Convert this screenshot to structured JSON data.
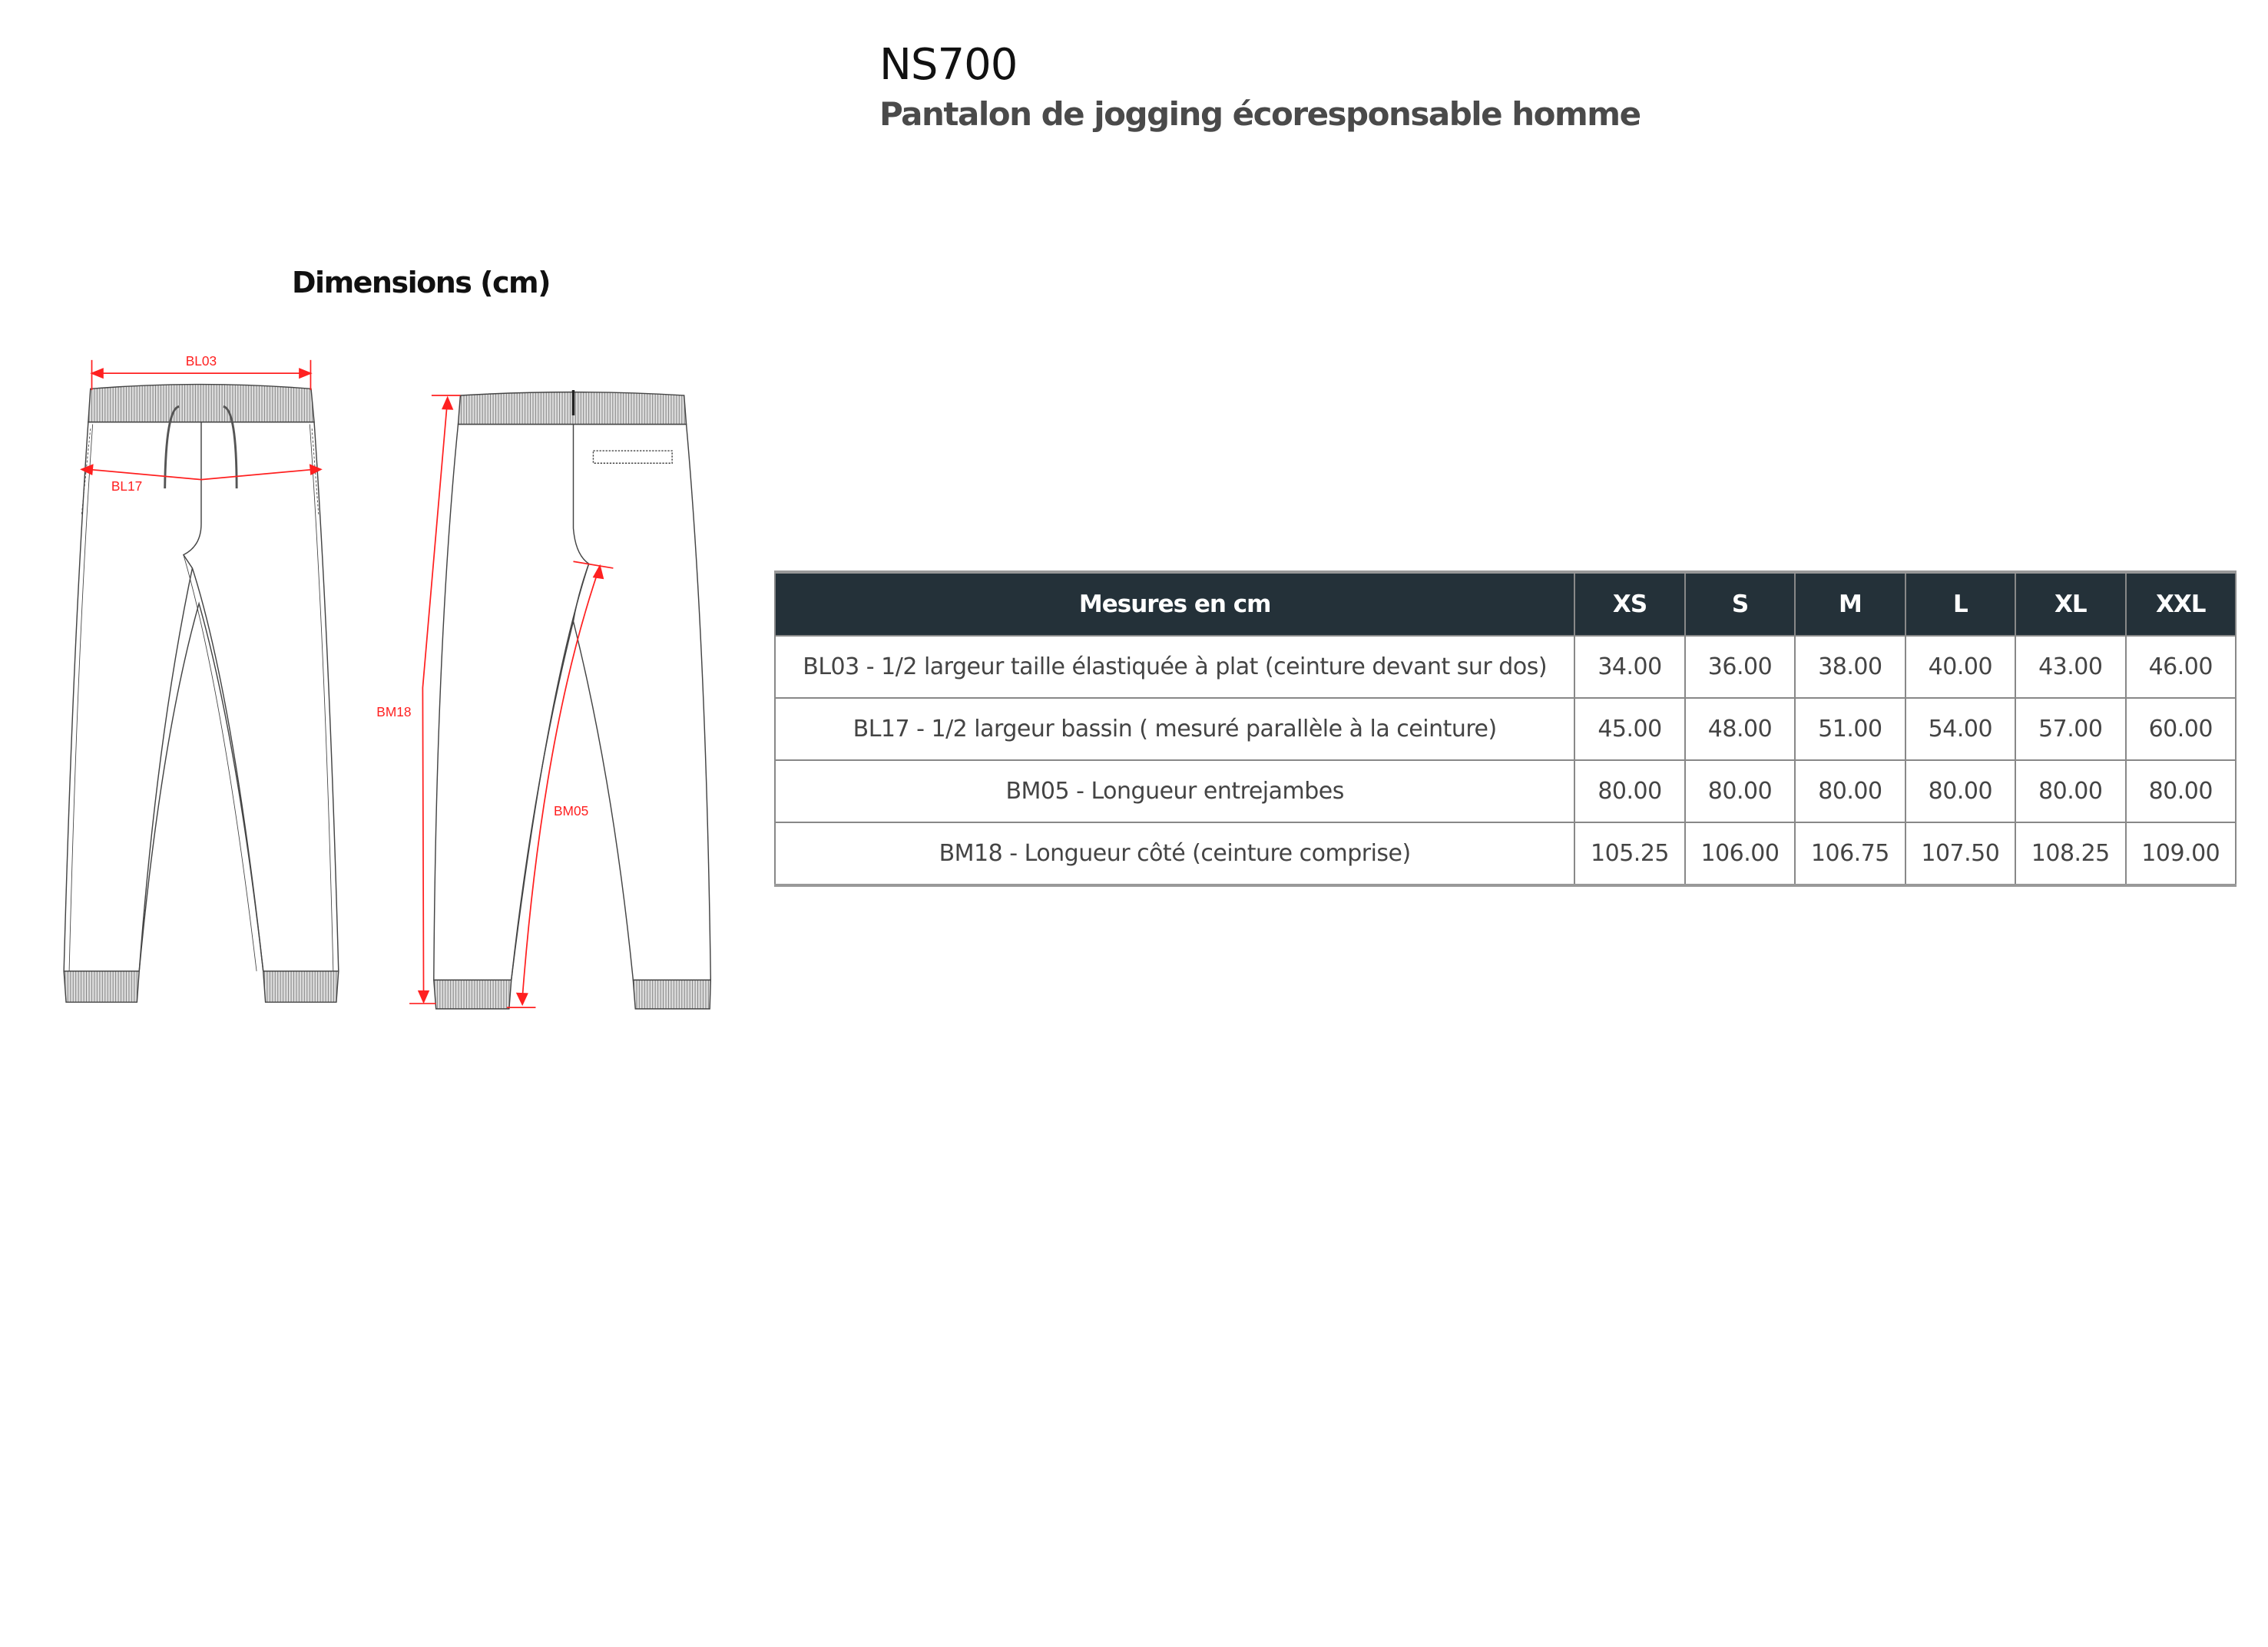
{
  "header": {
    "title": "NS700",
    "subtitle": "Pantalon de jogging écoresponsable homme"
  },
  "dimensions_heading": "Dimensions (cm)",
  "diagram": {
    "labels": {
      "bl03": "BL03",
      "bl17": "BL17",
      "bm18": "BM18",
      "bm05": "BM05"
    },
    "measure_color": "#ff2020"
  },
  "table": {
    "header_color": "#243139",
    "first_header": "Mesures en cm",
    "sizes": [
      "XS",
      "S",
      "M",
      "L",
      "XL",
      "XXL"
    ],
    "rows": [
      {
        "label": "BL03 - 1/2 largeur taille élastiquée à plat (ceinture devant sur dos)",
        "values": [
          "34.00",
          "36.00",
          "38.00",
          "40.00",
          "43.00",
          "46.00"
        ]
      },
      {
        "label": "BL17 - 1/2 largeur bassin ( mesuré parallèle à la ceinture)",
        "values": [
          "45.00",
          "48.00",
          "51.00",
          "54.00",
          "57.00",
          "60.00"
        ]
      },
      {
        "label": "BM05 - Longueur entrejambes",
        "values": [
          "80.00",
          "80.00",
          "80.00",
          "80.00",
          "80.00",
          "80.00"
        ]
      },
      {
        "label": "BM18 - Longueur côté (ceinture comprise)",
        "values": [
          "105.25",
          "106.00",
          "106.75",
          "107.50",
          "108.25",
          "109.00"
        ]
      }
    ]
  }
}
